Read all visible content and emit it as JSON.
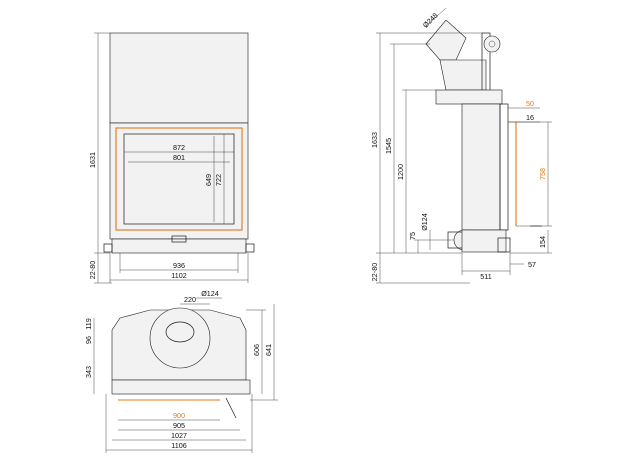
{
  "colors": {
    "line": "#1a1a1a",
    "accent": "#e07b16",
    "background": "#ffffff"
  },
  "front_view": {
    "height_total": "1631",
    "height_base": "22-80",
    "glass_width": "872",
    "opening_width": "801",
    "opening_height": "649",
    "glass_height": "722",
    "base_width": "936",
    "total_width": "1102"
  },
  "side_view": {
    "flue_diameter": "Ø248",
    "height_total": "1633",
    "height_outlet": "1545",
    "height_firebox": "1200",
    "height_inlet": "75",
    "inlet_diameter": "Ø124",
    "height_base": "22-80",
    "door_offset": "50",
    "frame_depth": "16",
    "door_height": "758",
    "sill_height": "154",
    "depth": "511",
    "foot_depth": "57"
  },
  "top_view": {
    "collar_offset": "220",
    "collar_diameter": "Ø124",
    "depth_rear": "96",
    "depth_rear2": "119",
    "depth_front": "343",
    "depth_body": "606",
    "depth_total": "641",
    "door_width": "900",
    "inner_width": "905",
    "body_width": "1027",
    "total_width": "1106"
  }
}
